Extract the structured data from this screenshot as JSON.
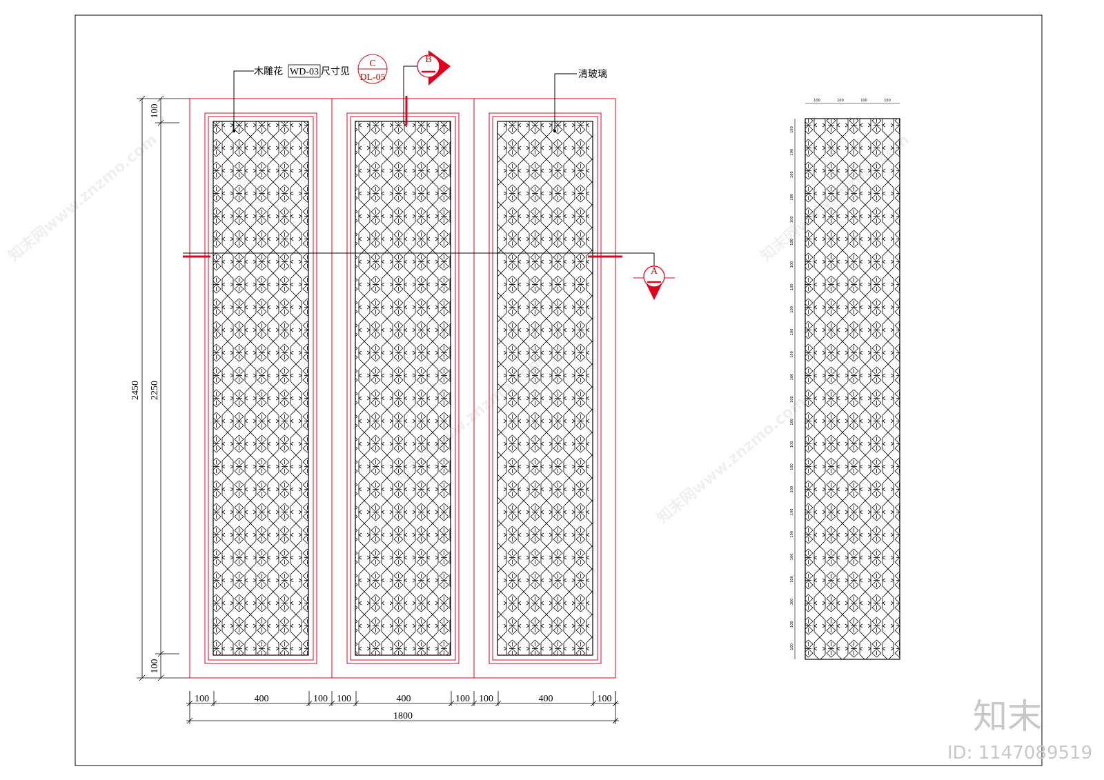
{
  "annotations": {
    "carving_label_prefix": "木雕花",
    "carving_code": "WD-03",
    "carving_label_suffix": "尺寸见",
    "glass_label": "清玻璃"
  },
  "section_tags": {
    "a": {
      "letter": "A",
      "line": "—"
    },
    "b": {
      "letter": "B",
      "line": "—"
    },
    "c": {
      "letter": "C",
      "sheet": "DL-05"
    }
  },
  "dimensions": {
    "total_height": "2450",
    "inner_height": "2250",
    "top_margin": "100",
    "bottom_margin": "100",
    "total_width": "1800",
    "panel_widths": [
      "100",
      "400",
      "100",
      "100",
      "400",
      "100",
      "100",
      "400",
      "100"
    ],
    "detail_top": [
      "100",
      "100",
      "100",
      "100"
    ],
    "detail_side_unit": "100"
  },
  "watermark": {
    "text": "知末网www.znzmo.com",
    "brand": "知末",
    "id": "ID: 1147089519"
  },
  "colors": {
    "red": "#e0001b",
    "black": "#000000"
  }
}
